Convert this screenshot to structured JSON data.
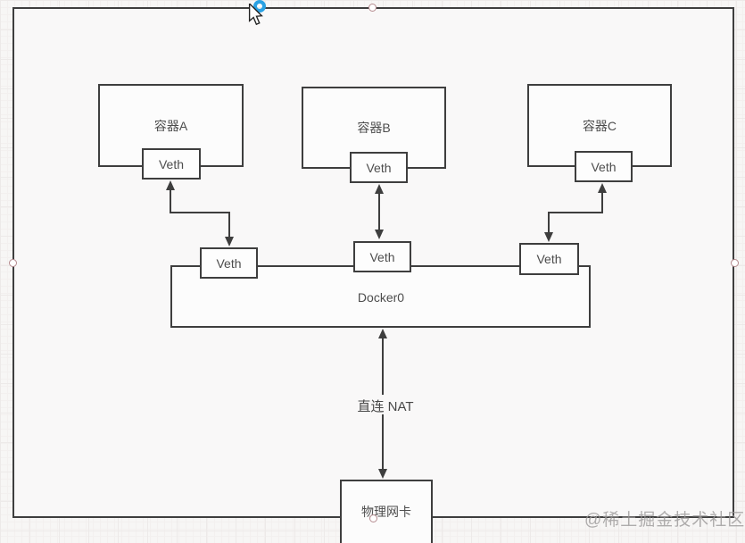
{
  "diagram": {
    "containers": [
      {
        "label": "容器A"
      },
      {
        "label": "容器B"
      },
      {
        "label": "容器C"
      }
    ],
    "veth_label": "Veth",
    "bridge_label": "Docker0",
    "nat_label": "直连 NAT",
    "nic_label": "物理网卡"
  },
  "watermark": {
    "text": "@稀土掘金技术社区"
  },
  "colors": {
    "shape_stroke": "#3e3e3e",
    "text": "#4d4d4d",
    "connection_point_blue": "#2aa1e3",
    "handle_outline": "#b58b8f",
    "watermark_gray": "#9c9a9a",
    "canvas_background": "#f7f6f5"
  }
}
